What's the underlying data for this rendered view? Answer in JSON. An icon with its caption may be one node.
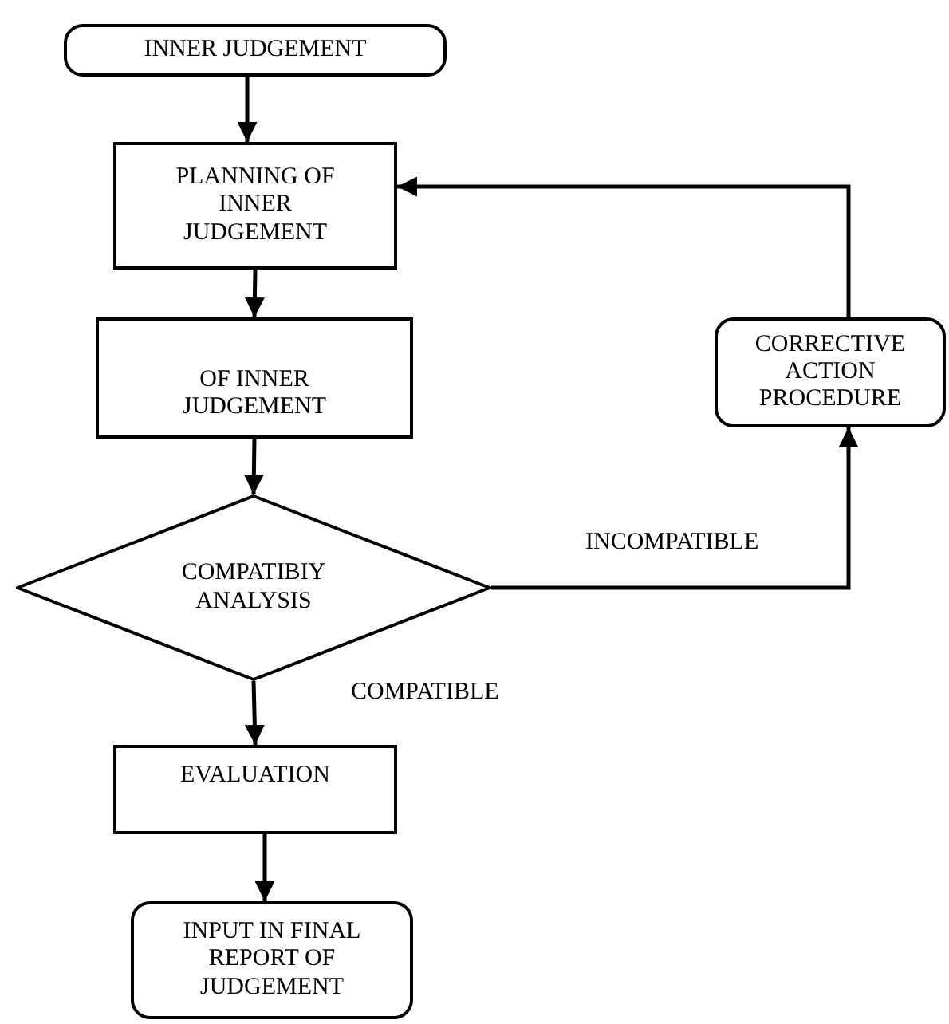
{
  "diagram": {
    "nodes": [
      {
        "text": [
          "INNER JUDGEMENT"
        ]
      },
      {
        "text": [
          "PLANNING OF INNER JUDGEMENT"
        ]
      },
      {
        "text": [
          "OF INNER JUDGEMENT"
        ]
      },
      {
        "text": [
          "COMPATIBIY ANALYSIS"
        ]
      },
      {
        "text": [
          "EVALUATION"
        ]
      },
      {
        "text": [
          "INPUT IN FINAL REPORT OF JUDGEMENT"
        ]
      },
      {
        "text": [
          "CORRECTIVE ACTION PROCEDURE"
        ]
      }
    ],
    "edges": [
      {
        "from": 0,
        "to": 1,
        "arrow": "to"
      },
      {
        "from": 1,
        "to": 2,
        "arrow": "to"
      },
      {
        "from": 2,
        "to": 3,
        "arrow": "to"
      },
      {
        "from": 3,
        "to": 4,
        "arrow": "to",
        "label": "COMPATIBLE"
      },
      {
        "from": 4,
        "to": 5,
        "arrow": "to"
      },
      {
        "from": 3,
        "to": 6,
        "arrow": "to",
        "label": "INCOMPATIBLE"
      },
      {
        "from": 6,
        "to": 1,
        "arrow": "to"
      }
    ]
  }
}
